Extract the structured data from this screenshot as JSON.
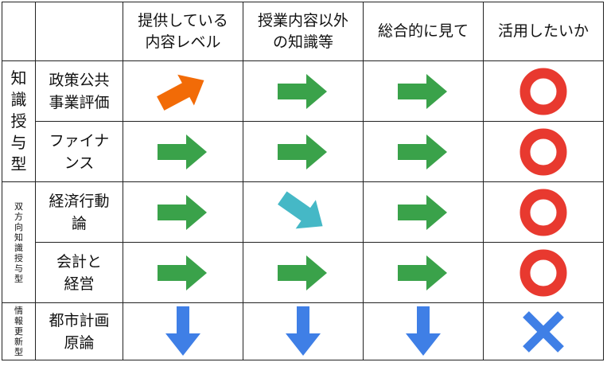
{
  "headers": [
    "",
    "",
    "提供している\n内容レベル",
    "授業内容以外\nの知識等",
    "総合的に見て",
    "活用したいか"
  ],
  "groups": [
    {
      "label": "知識授与型",
      "size": "big",
      "rowspan": 2
    },
    {
      "label": "双方向知識授与型",
      "size": "small",
      "rowspan": 2
    },
    {
      "label": "情報更新型",
      "size": "small",
      "rowspan": 1
    }
  ],
  "rows": [
    {
      "course": "政策公共\n事業評価",
      "group": 0,
      "marks": [
        "arrow-up-right",
        "arrow-right",
        "arrow-right",
        "circle"
      ]
    },
    {
      "course": "ファイナ\nンス",
      "group": 0,
      "marks": [
        "arrow-right",
        "arrow-right",
        "arrow-right",
        "circle"
      ]
    },
    {
      "course": "経済行動\n論",
      "group": 1,
      "marks": [
        "arrow-right",
        "arrow-down-right",
        "arrow-right",
        "circle"
      ]
    },
    {
      "course": "会計と\n経営",
      "group": 1,
      "marks": [
        "arrow-right",
        "arrow-right",
        "arrow-right",
        "circle"
      ]
    },
    {
      "course": "都市計画\n原論",
      "group": 2,
      "marks": [
        "arrow-down",
        "arrow-down",
        "arrow-down",
        "cross"
      ]
    }
  ],
  "colors": {
    "arrow_green": "#3aa24a",
    "arrow_orange": "#f26b07",
    "arrow_teal": "#45b8c6",
    "arrow_blue": "#3f7fe6",
    "circle_red": "#e8392f",
    "cross_blue": "#3f7fe6"
  }
}
